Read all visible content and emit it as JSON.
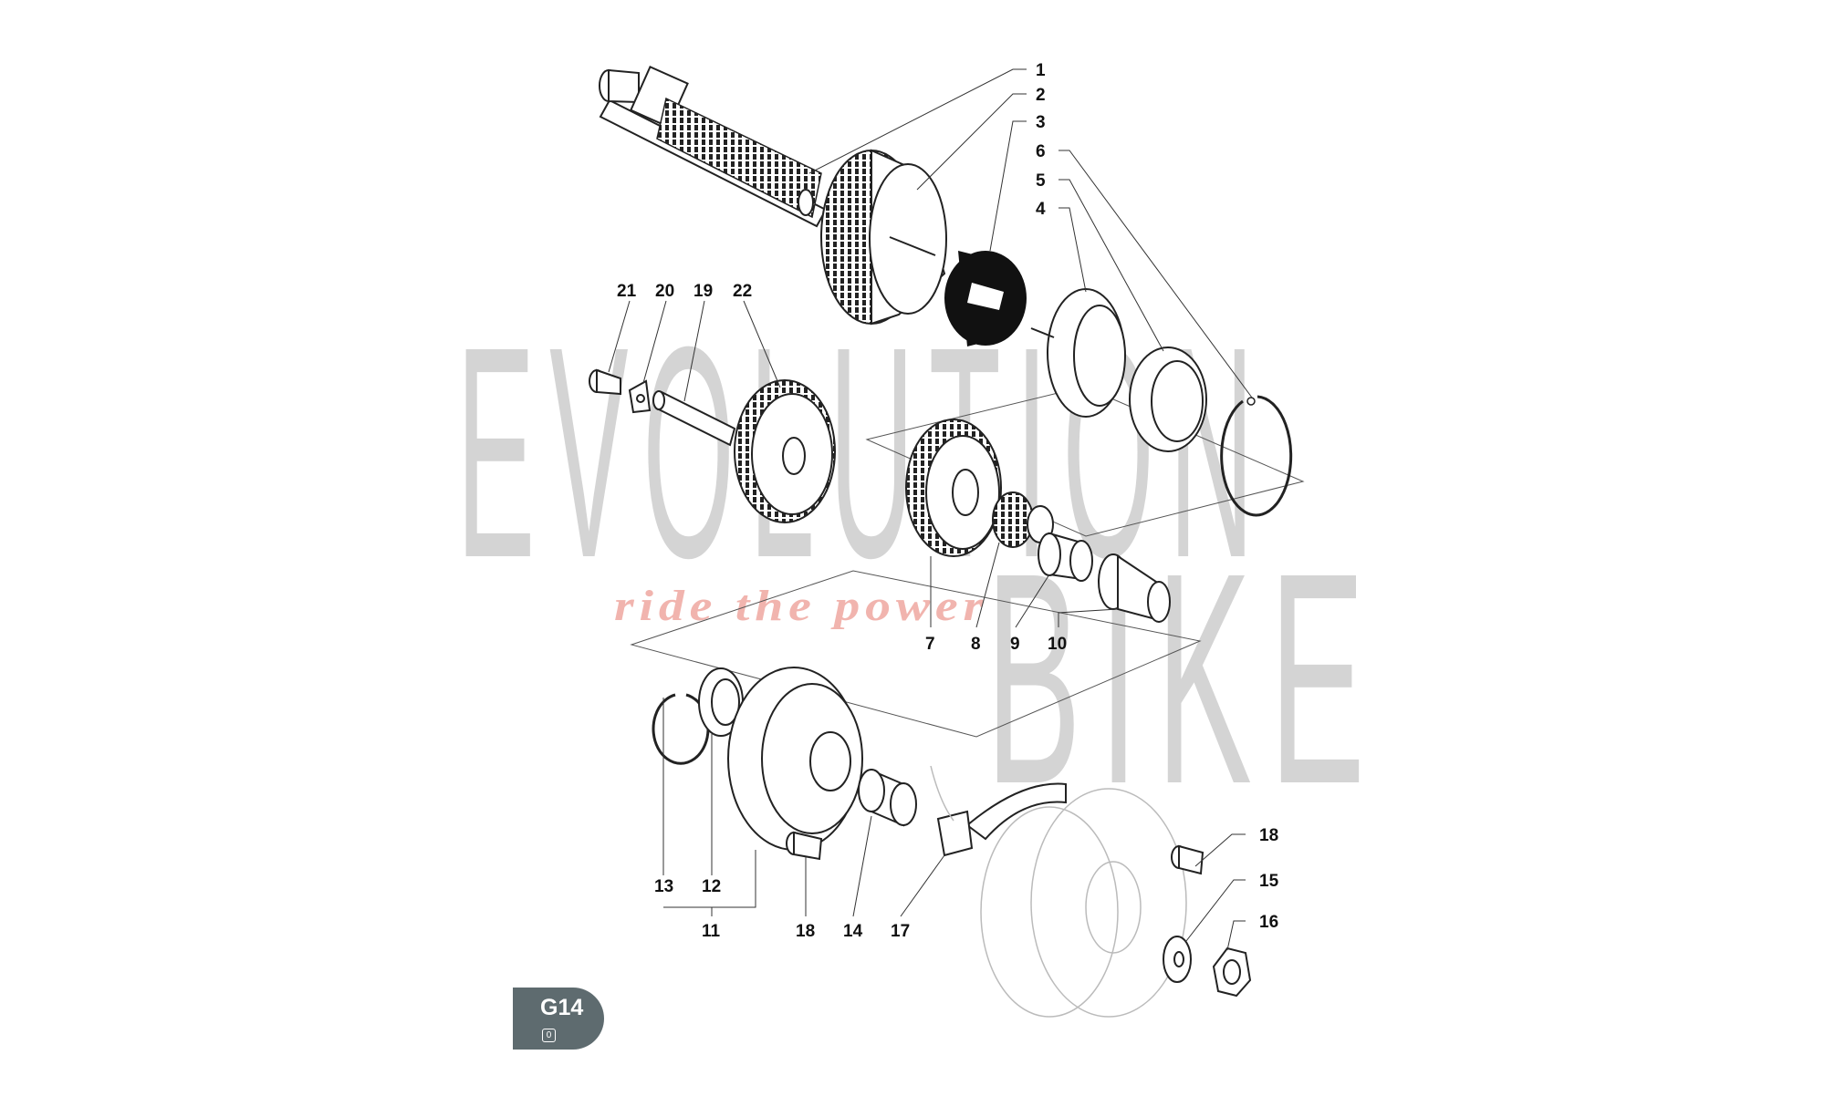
{
  "watermark": {
    "line1": "EVOLUTION",
    "line2": "BIKE",
    "tagline": "ride the power"
  },
  "badge": {
    "code": "G14",
    "sub": "0"
  },
  "callouts": {
    "c1": "1",
    "c2": "2",
    "c3": "3",
    "c4": "4",
    "c5": "5",
    "c6": "6",
    "c7": "7",
    "c8": "8",
    "c9": "9",
    "c10": "10",
    "c11": "11",
    "c12": "12",
    "c13": "13",
    "c14": "14",
    "c15": "15",
    "c16": "16",
    "c17": "17",
    "c18a": "18",
    "c18b": "18",
    "c19": "19",
    "c20": "20",
    "c21": "21",
    "c22": "22"
  },
  "colors": {
    "line": "#222222",
    "watermark": "#d4d4d4",
    "tagline": "#f1b4ae",
    "badge": "#5e6b6f"
  }
}
